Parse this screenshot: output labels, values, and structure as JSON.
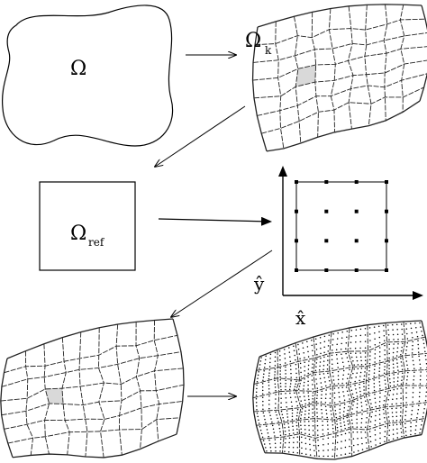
{
  "labels": {
    "omega": "Ω",
    "omega_k": "Ω",
    "omega_k_sub": "k",
    "omega_ref": "Ω",
    "omega_ref_sub": "ref",
    "x_hat": "x̂",
    "y_hat": "ŷ"
  },
  "colors": {
    "ink": "#000000",
    "mesh": "#222222",
    "highlight": "#d9d9d9"
  },
  "reference_grid": {
    "nodes_per_side": 4
  }
}
